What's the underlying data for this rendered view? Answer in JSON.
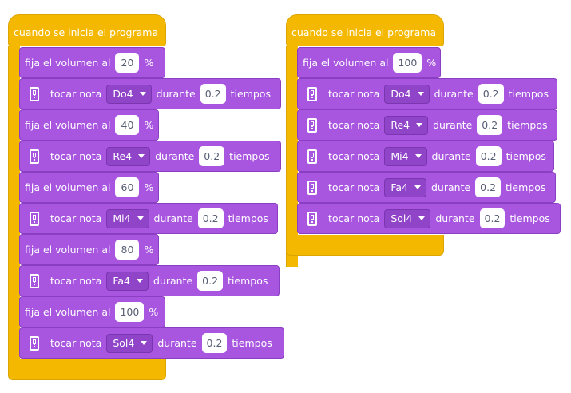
{
  "hat_label": "cuando se inicia el programa",
  "volume_label": "fija el volumen al",
  "percent": "%",
  "play_label": "tocar nota",
  "during_label": "durante",
  "beats_label": "tiempos",
  "script1": {
    "steps": [
      {
        "volume": "20",
        "note": "Do4",
        "duration": "0.2"
      },
      {
        "volume": "40",
        "note": "Re4",
        "duration": "0.2"
      },
      {
        "volume": "60",
        "note": "Mi4",
        "duration": "0.2"
      },
      {
        "volume": "80",
        "note": "Fa4",
        "duration": "0.2"
      },
      {
        "volume": "100",
        "note": "Sol4",
        "duration": "0.2"
      }
    ]
  },
  "script2": {
    "volume": "100",
    "notes": [
      {
        "note": "Do4",
        "duration": "0.2"
      },
      {
        "note": "Re4",
        "duration": "0.2"
      },
      {
        "note": "Mi4",
        "duration": "0.2"
      },
      {
        "note": "Fa4",
        "duration": "0.2"
      },
      {
        "note": "Sol4",
        "duration": "0.2"
      }
    ]
  },
  "colors": {
    "event_block": "#f5b800",
    "sound_block": "#a855e0"
  },
  "icons": {
    "play_block_icon": "hub-icon",
    "dropdown_icon": "caret-down-icon"
  }
}
